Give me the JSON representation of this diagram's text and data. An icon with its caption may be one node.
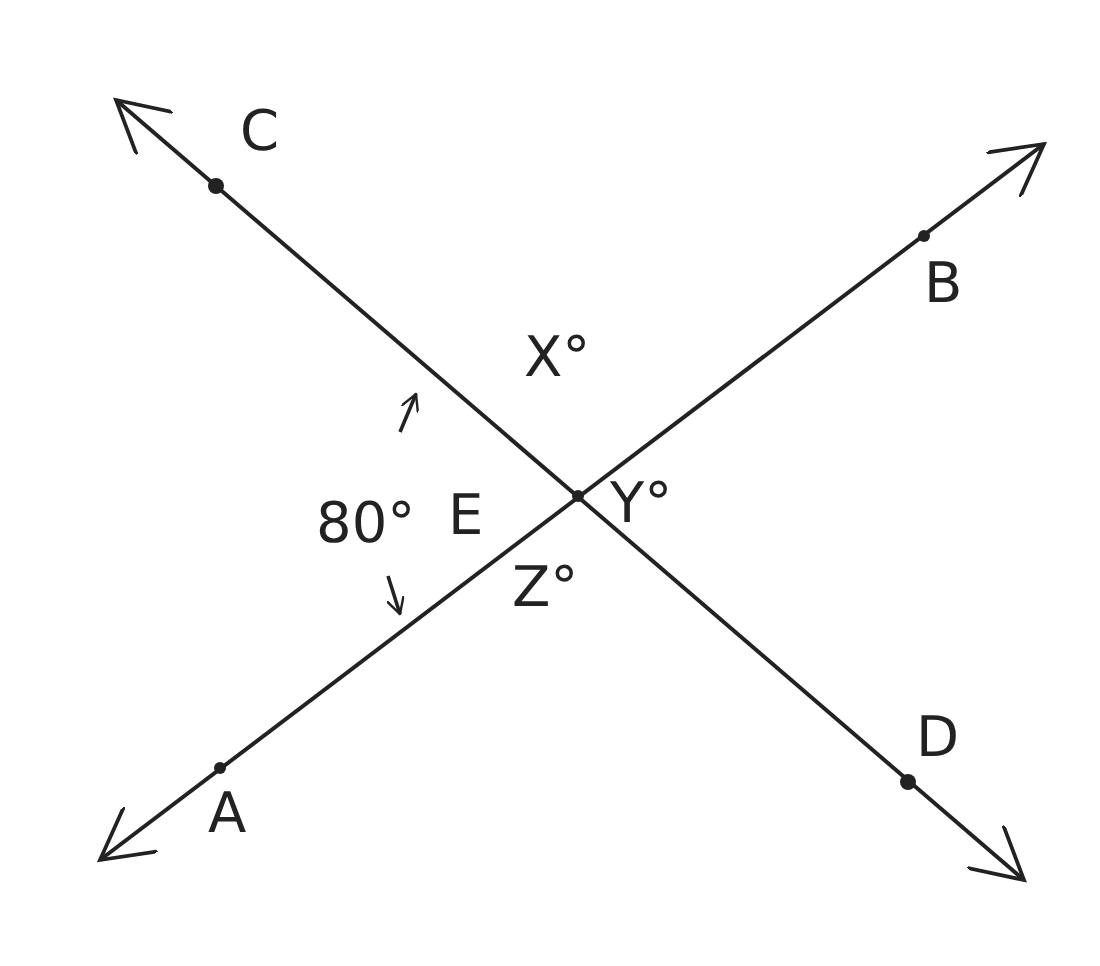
{
  "diagram": {
    "labels": [
      "C",
      "B",
      "X°",
      "80°",
      "E",
      "Y°",
      "Z°",
      "D",
      "A"
    ]
  }
}
